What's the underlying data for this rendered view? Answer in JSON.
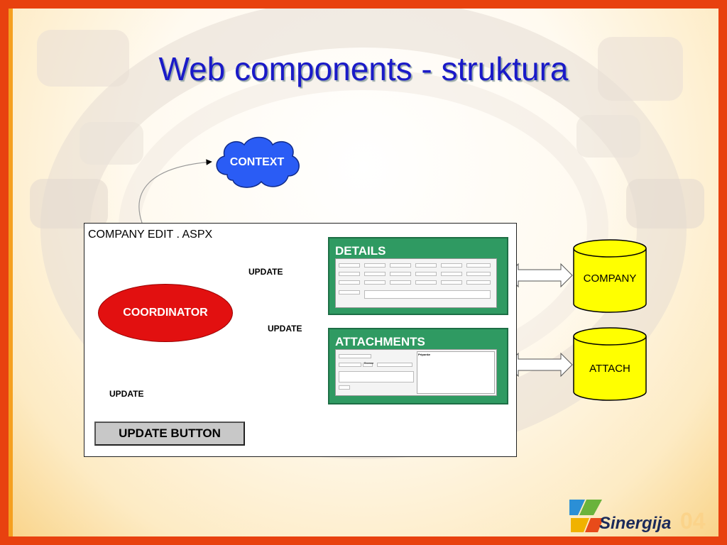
{
  "slide": {
    "title": "Web components - struktura"
  },
  "diagram": {
    "context": "CONTEXT",
    "container_label": "COMPANY EDIT . ASPX",
    "coordinator": "COORDINATOR",
    "update_button": "UPDATE BUTTON",
    "details_panel": "DETAILS",
    "attachments_panel": "ATTACHMENTS",
    "databases": [
      "COMPANY",
      "ATTACH"
    ],
    "edge_labels": {
      "to_details": "UPDATE",
      "to_attachments": "UPDATE",
      "from_button": "UPDATE"
    },
    "attachments_form_header": "Priponke",
    "attachments_form_button": "Browse"
  },
  "logo": {
    "text": "Sinergija",
    "suffix": "04"
  },
  "colors": {
    "title": "#1a1ac8",
    "context_cloud": "#2a5cf5",
    "coordinator": "#e21010",
    "panel_green": "#2f9a62",
    "database_yellow": "#ffff00",
    "frame_orange": "#e8410f"
  }
}
